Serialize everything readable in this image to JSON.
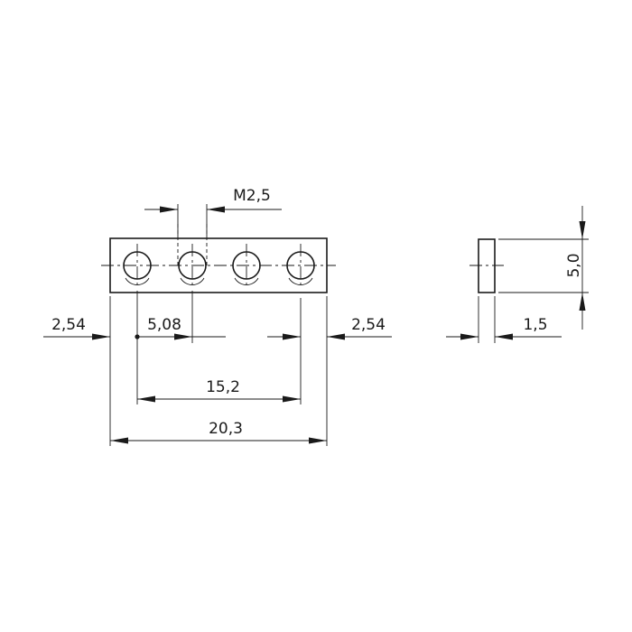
{
  "dimensions": {
    "thread": "M2,5",
    "left_edge": "2,54",
    "pitch": "5,08",
    "right_edge": "2,54",
    "hole_span": "15,2",
    "overall_length": "20,3",
    "thickness": "1,5",
    "height": "5,0"
  }
}
